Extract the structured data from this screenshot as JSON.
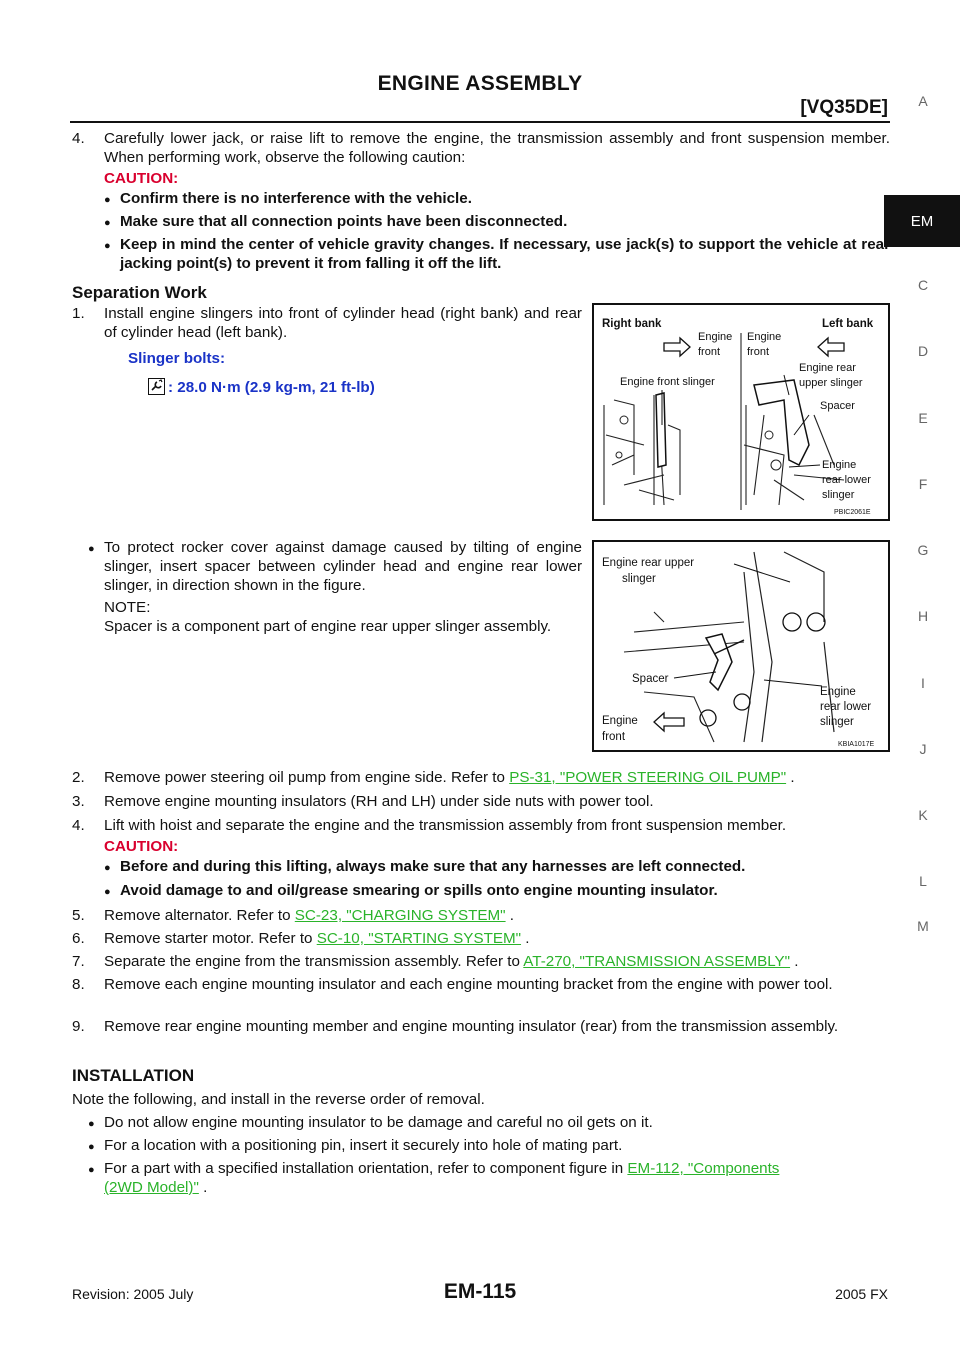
{
  "header": {
    "title": "ENGINE ASSEMBLY",
    "subtitle": "[VQ35DE]"
  },
  "side_index": {
    "letters": [
      "A",
      "C",
      "D",
      "E",
      "F",
      "G",
      "H",
      "I",
      "J",
      "K",
      "L",
      "M"
    ],
    "active": "EM"
  },
  "step4": {
    "num": "4.",
    "text": "Carefully lower jack, or raise lift to remove the engine, the transmission assembly and front suspension member. When performing work, observe the following caution:",
    "caution_label": "CAUTION:",
    "cautions": [
      "Confirm there is no interference with the vehicle.",
      "Make sure that all connection points have been disconnected.",
      "Keep in mind the center of vehicle gravity changes. If necessary, use jack(s) to support the vehicle at rear jacking point(s) to prevent it from falling it off the lift."
    ]
  },
  "separation": {
    "heading": "Separation Work",
    "step1_num": "1.",
    "step1_text": "Install engine slingers into front of cylinder head (right bank) and rear of cylinder head (left bank).",
    "slinger_label": "Slinger bolts:",
    "slinger_torque": ": 28.0 N·m (2.9 kg-m, 21 ft-lb)",
    "bullet_text": "To protect rocker cover against damage caused by tilting of engine slinger, insert spacer between cylinder head and engine rear lower slinger, in direction shown in the figure.",
    "note_label": "NOTE:",
    "note_text": "Spacer is a component part of engine rear upper slinger assembly."
  },
  "figure1": {
    "right_bank": "Right bank",
    "left_bank": "Left bank",
    "engine_front_1": "Engine",
    "engine_front_1b": "front",
    "engine_front_2": "Engine",
    "engine_front_2b": "front",
    "engine_front_slinger": "Engine front slinger",
    "rear_upper_1": "Engine rear",
    "rear_upper_2": "upper slinger",
    "spacer": "Spacer",
    "rear_lower_1": "Engine",
    "rear_lower_2": "rear lower",
    "rear_lower_3": "slinger",
    "code": "PBIC2061E"
  },
  "figure2": {
    "rear_upper_1": "Engine rear upper",
    "rear_upper_2": "slinger",
    "spacer": "Spacer",
    "engine_front_1": "Engine",
    "engine_front_2": "front",
    "rear_lower_1": "Engine",
    "rear_lower_2": "rear lower",
    "rear_lower_3": "slinger",
    "code": "KBIA1017E"
  },
  "steps": [
    {
      "num": "2.",
      "text": "Remove power steering oil pump from engine side. Refer to ",
      "link": "PS-31, \"POWER STEERING OIL PUMP\"",
      "after": " ."
    },
    {
      "num": "3.",
      "text": "Remove engine mounting insulators (RH and LH) under side nuts with power tool."
    },
    {
      "num": "4.",
      "text": "Lift with hoist and separate the engine and the transmission assembly from front suspension member."
    }
  ],
  "caution2": {
    "label": "CAUTION:",
    "items": [
      "Before and during this lifting, always make sure that any harnesses are left connected.",
      "Avoid damage to and oil/grease smearing or spills onto engine mounting insulator."
    ]
  },
  "steps2": [
    {
      "num": "5.",
      "text": "Remove alternator. Refer to ",
      "link": "SC-23, \"CHARGING SYSTEM\"",
      "after": " ."
    },
    {
      "num": "6.",
      "text": "Remove starter motor. Refer to ",
      "link": "SC-10, \"STARTING SYSTEM\"",
      "after": " ."
    },
    {
      "num": "7.",
      "text": "Separate the engine from the transmission assembly. Refer to ",
      "link": "AT-270, \"TRANSMISSION ASSEMBLY\"",
      "after": " ."
    },
    {
      "num": "8.",
      "text": "Remove each engine mounting insulator and each engine mounting bracket from the engine with power tool."
    },
    {
      "num": "9.",
      "text": "Remove rear engine mounting member and engine mounting insulator (rear) from the transmission assembly."
    }
  ],
  "installation": {
    "heading": "INSTALLATION",
    "intro": "Note the following, and install in the reverse order of removal.",
    "bullets": [
      "Do not allow engine mounting insulator to be damage and careful no oil gets on it.",
      "For a location with a positioning pin, insert it securely into hole of mating part."
    ],
    "bullet3_text": "For a part with a specified installation orientation, refer to component figure in ",
    "bullet3_link_a": "EM-112, \"Components",
    "bullet3_link_b": "(2WD Model)\"",
    "bullet3_after": " ."
  },
  "footer": {
    "revision": "Revision: 2005 July",
    "page": "EM-115",
    "model": "2005 FX"
  }
}
